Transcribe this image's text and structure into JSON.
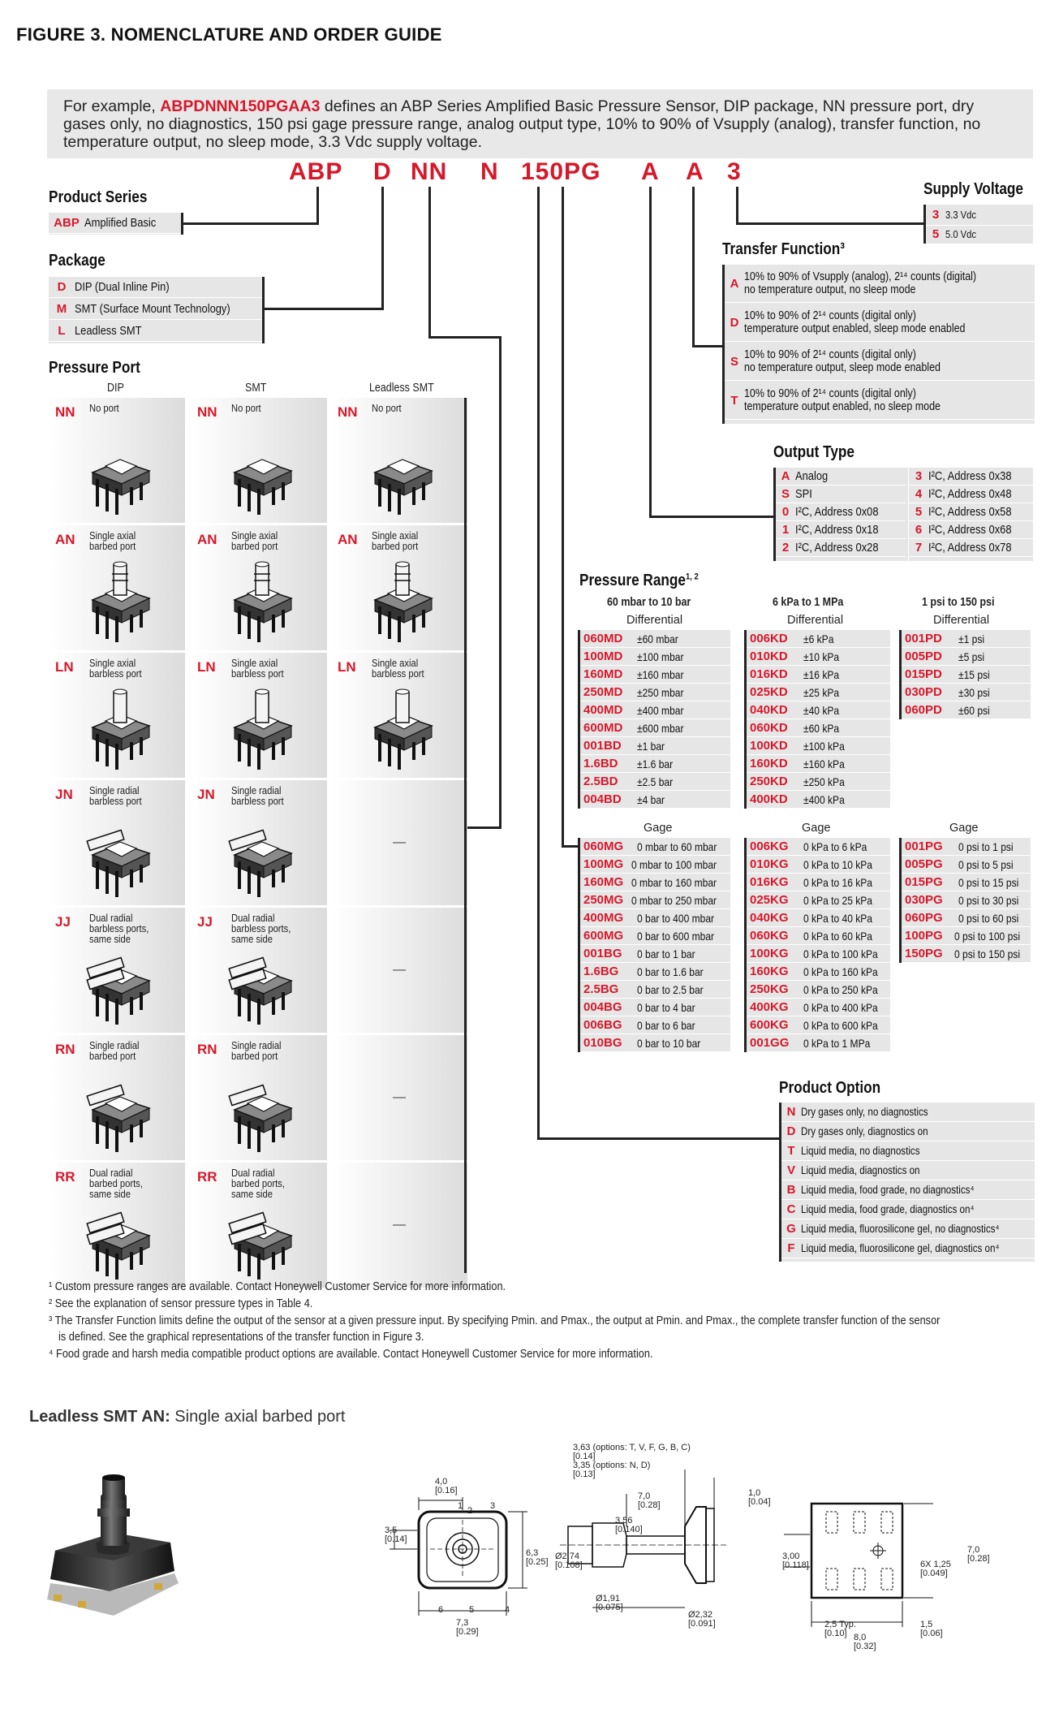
{
  "figure_title": "FIGURE 3. NOMENCLATURE AND ORDER GUIDE",
  "example": {
    "prefix": "For example, ",
    "part": "ABPDNNN150PGAA3",
    "text": " defines an ABP Series Amplified Basic Pressure Sensor, DIP package, NN pressure port, dry gases only, no diagnostics, 150 psi gage pressure range, analog output type, 10% to 90% of Vsupply (analog), transfer function, no temperature output, no sleep mode, 3.3 Vdc supply voltage."
  },
  "code_parts": [
    "ABP",
    "D",
    "NN",
    "N",
    "150PG",
    "A",
    "A",
    "3"
  ],
  "product_series": {
    "title": "Product Series",
    "items": [
      {
        "code": "ABP",
        "label": "Amplified Basic"
      }
    ]
  },
  "package": {
    "title": "Package",
    "items": [
      {
        "code": "D",
        "label": "DIP (Dual Inline Pin)"
      },
      {
        "code": "M",
        "label": "SMT (Surface Mount Technology)"
      },
      {
        "code": "L",
        "label": "Leadless SMT"
      }
    ]
  },
  "supply_voltage": {
    "title": "Supply Voltage",
    "items": [
      {
        "code": "3",
        "label": "3.3 Vdc"
      },
      {
        "code": "5",
        "label": "5.0 Vdc"
      }
    ]
  },
  "transfer_function": {
    "title": "Transfer Function³",
    "items": [
      {
        "code": "A",
        "line1": "10% to 90% of Vsupply (analog), 2¹⁴ counts (digital)",
        "line2": "no temperature output, no sleep mode"
      },
      {
        "code": "D",
        "line1": "10% to 90% of 2¹⁴ counts (digital only)",
        "line2": "temperature output enabled, sleep mode enabled"
      },
      {
        "code": "S",
        "line1": "10% to 90% of 2¹⁴ counts (digital only)",
        "line2": "no temperature output, sleep mode enabled"
      },
      {
        "code": "T",
        "line1": "10% to 90% of 2¹⁴ counts (digital only)",
        "line2": "temperature output enabled, no sleep mode"
      }
    ]
  },
  "output_type": {
    "title": "Output Type",
    "left": [
      {
        "code": "A",
        "label": "Analog"
      },
      {
        "code": "S",
        "label": "SPI"
      },
      {
        "code": "0",
        "label": "I²C, Address 0x08"
      },
      {
        "code": "1",
        "label": "I²C, Address 0x18"
      },
      {
        "code": "2",
        "label": "I²C, Address 0x28"
      }
    ],
    "right": [
      {
        "code": "3",
        "label": "I²C, Address 0x38"
      },
      {
        "code": "4",
        "label": "I²C, Address 0x48"
      },
      {
        "code": "5",
        "label": "I²C, Address 0x58"
      },
      {
        "code": "6",
        "label": "I²C, Address 0x68"
      },
      {
        "code": "7",
        "label": "I²C, Address 0x78"
      }
    ]
  },
  "pressure_port": {
    "title": "Pressure Port",
    "columns": [
      "DIP",
      "SMT",
      "Leadless SMT"
    ],
    "rows": [
      {
        "code": "NN",
        "label": "No port",
        "cells": [
          true,
          true,
          true
        ]
      },
      {
        "code": "AN",
        "label": "Single axial\nbarbed port",
        "cells": [
          true,
          true,
          true
        ]
      },
      {
        "code": "LN",
        "label": "Single axial\nbarbless port",
        "cells": [
          true,
          true,
          true
        ]
      },
      {
        "code": "JN",
        "label": "Single radial\nbarbless port",
        "cells": [
          true,
          true,
          false
        ]
      },
      {
        "code": "JJ",
        "label": "Dual radial\nbarbless ports,\nsame side",
        "cells": [
          true,
          true,
          false
        ]
      },
      {
        "code": "RN",
        "label": "Single radial\nbarbed port",
        "cells": [
          true,
          true,
          false
        ]
      },
      {
        "code": "RR",
        "label": "Dual radial\nbarbed ports,\nsame side",
        "cells": [
          true,
          true,
          false
        ]
      }
    ],
    "dash": "—"
  },
  "pressure_range": {
    "title": "Pressure Range",
    "title_sup": "1, 2",
    "groups": [
      "60 mbar to 10 bar",
      "6 kPa to 1 MPa",
      "1 psi to 150 psi"
    ],
    "differential_label": "Differential",
    "gage_label": "Gage",
    "differential": [
      [
        {
          "code": "060MD",
          "val": "±60 mbar"
        },
        {
          "code": "100MD",
          "val": "±100 mbar"
        },
        {
          "code": "160MD",
          "val": "±160 mbar"
        },
        {
          "code": "250MD",
          "val": "±250 mbar"
        },
        {
          "code": "400MD",
          "val": "±400 mbar"
        },
        {
          "code": "600MD",
          "val": "±600 mbar"
        },
        {
          "code": "001BD",
          "val": "±1 bar"
        },
        {
          "code": "1.6BD",
          "val": "±1.6 bar"
        },
        {
          "code": "2.5BD",
          "val": "±2.5 bar"
        },
        {
          "code": "004BD",
          "val": "±4 bar"
        }
      ],
      [
        {
          "code": "006KD",
          "val": "±6 kPa"
        },
        {
          "code": "010KD",
          "val": "±10 kPa"
        },
        {
          "code": "016KD",
          "val": "±16 kPa"
        },
        {
          "code": "025KD",
          "val": "±25 kPa"
        },
        {
          "code": "040KD",
          "val": "±40 kPa"
        },
        {
          "code": "060KD",
          "val": "±60 kPa"
        },
        {
          "code": "100KD",
          "val": "±100 kPa"
        },
        {
          "code": "160KD",
          "val": "±160 kPa"
        },
        {
          "code": "250KD",
          "val": "±250 kPa"
        },
        {
          "code": "400KD",
          "val": "±400 kPa"
        }
      ],
      [
        {
          "code": "001PD",
          "val": "±1 psi"
        },
        {
          "code": "005PD",
          "val": "±5 psi"
        },
        {
          "code": "015PD",
          "val": "±15 psi"
        },
        {
          "code": "030PD",
          "val": "±30 psi"
        },
        {
          "code": "060PD",
          "val": "±60 psi"
        }
      ]
    ],
    "gage": [
      [
        {
          "code": "060MG",
          "val": "0 mbar to 60 mbar"
        },
        {
          "code": "100MG",
          "val": "0 mbar to 100 mbar"
        },
        {
          "code": "160MG",
          "val": "0 mbar to 160 mbar"
        },
        {
          "code": "250MG",
          "val": "0 mbar to 250 mbar"
        },
        {
          "code": "400MG",
          "val": "0 bar to 400 mbar"
        },
        {
          "code": "600MG",
          "val": "0 bar to 600 mbar"
        },
        {
          "code": "001BG",
          "val": "0 bar to 1 bar"
        },
        {
          "code": "1.6BG",
          "val": "0 bar to 1.6 bar"
        },
        {
          "code": "2.5BG",
          "val": "0 bar to 2.5 bar"
        },
        {
          "code": "004BG",
          "val": "0 bar to 4 bar"
        },
        {
          "code": "006BG",
          "val": "0 bar to 6 bar"
        },
        {
          "code": "010BG",
          "val": "0 bar to 10 bar"
        }
      ],
      [
        {
          "code": "006KG",
          "val": "0 kPa to 6 kPa"
        },
        {
          "code": "010KG",
          "val": "0 kPa to 10 kPa"
        },
        {
          "code": "016KG",
          "val": "0 kPa to 16 kPa"
        },
        {
          "code": "025KG",
          "val": "0 kPa to 25 kPa"
        },
        {
          "code": "040KG",
          "val": "0 kPa to 40 kPa"
        },
        {
          "code": "060KG",
          "val": "0 kPa to 60 kPa"
        },
        {
          "code": "100KG",
          "val": "0 kPa to 100 kPa"
        },
        {
          "code": "160KG",
          "val": "0 kPa to 160 kPa"
        },
        {
          "code": "250KG",
          "val": "0 kPa to 250 kPa"
        },
        {
          "code": "400KG",
          "val": "0 kPa to 400 kPa"
        },
        {
          "code": "600KG",
          "val": "0 kPa to 600 kPa"
        },
        {
          "code": "001GG",
          "val": "0 kPa to 1 MPa"
        }
      ],
      [
        {
          "code": "001PG",
          "val": "0 psi to 1 psi"
        },
        {
          "code": "005PG",
          "val": "0 psi to 5 psi"
        },
        {
          "code": "015PG",
          "val": "0 psi to 15 psi"
        },
        {
          "code": "030PG",
          "val": "0 psi to 30 psi"
        },
        {
          "code": "060PG",
          "val": "0 psi to 60 psi"
        },
        {
          "code": "100PG",
          "val": "0 psi to 100 psi"
        },
        {
          "code": "150PG",
          "val": "0 psi to 150 psi"
        }
      ]
    ]
  },
  "product_option": {
    "title": "Product Option",
    "items": [
      {
        "code": "N",
        "label": "Dry gases only, no diagnostics"
      },
      {
        "code": "D",
        "label": "Dry gases only, diagnostics on"
      },
      {
        "code": "T",
        "label": "Liquid media, no diagnostics"
      },
      {
        "code": "V",
        "label": "Liquid media, diagnostics on"
      },
      {
        "code": "B",
        "label": "Liquid media, food grade, no diagnostics⁴"
      },
      {
        "code": "C",
        "label": "Liquid media, food grade, diagnostics on⁴"
      },
      {
        "code": "G",
        "label": "Liquid media, fluorosilicone gel, no diagnostics⁴"
      },
      {
        "code": "F",
        "label": "Liquid media, fluorosilicone gel, diagnostics on⁴"
      }
    ]
  },
  "footnotes": [
    "¹ Custom pressure ranges are available. Contact Honeywell Customer Service for more information.",
    "² See the explanation of sensor pressure types in Table 4.",
    "³ The Transfer Function limits define the output of the sensor at a given pressure input. By specifying Pmin. and Pmax., the output at Pmin. and Pmax., the complete transfer function of the sensor",
    "is defined. See the graphical representations of the transfer function in Figure 3.",
    "⁴ Food grade and harsh media compatible product options are available. Contact Honeywell Customer Service for more information."
  ],
  "leadless": {
    "title_bold": "Leadless SMT AN:",
    "title_rest": " Single axial barbed port"
  },
  "dimensions": {
    "top": [
      "4,0",
      "[0.16]",
      "3,5",
      "[0.14]",
      "6,3",
      "[0.25]",
      "7,3",
      "[0.29]",
      "1",
      "2",
      "3",
      "4",
      "5",
      "6"
    ],
    "side": [
      "3,63 (options: T, V, F, G, B, C)",
      "[0.14]",
      "3,35 (options: N, D)",
      "[0.13]",
      "7,0",
      "[0.28]",
      "1,0",
      "[0.04]",
      "3,56",
      "[0.140]",
      "Ø2,74",
      "[0.108]",
      "Ø1,91",
      "[0.075]",
      "Ø2,32",
      "[0.091]"
    ],
    "bottom": [
      "3,00",
      "[0.118]",
      "7,0",
      "[0.28]",
      "6X 1,25",
      "[0.049]",
      "2,5 Typ.",
      "[0.10]",
      "8,0",
      "[0.32]",
      "1,5",
      "[0.06]"
    ]
  },
  "colors": {
    "accent": "#d6182a",
    "panel": "#e6e6e6"
  }
}
